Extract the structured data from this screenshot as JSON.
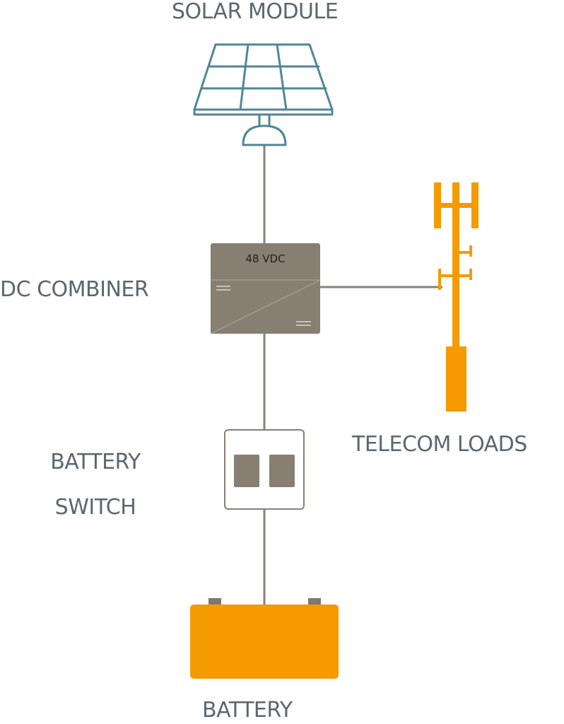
{
  "labels": {
    "solar_module": "SOLAR MODULE",
    "dc_combiner": "DC COMBINER",
    "combiner_voltage": "48 VDC",
    "telecom_loads": "TELECOM LOADS",
    "battery_switch_line1": "BATTERY",
    "battery_switch_line2": "SWITCH",
    "battery": "BATTERY"
  },
  "colors": {
    "label_text": "#5b6770",
    "solar_panel_stroke": "#4f8796",
    "wire": "#8a8178",
    "combiner_fill": "#877f72",
    "switch_fill": "#877f72",
    "switch_border": "#8a7f76",
    "telecom_orange": "#f59a00",
    "battery_orange": "#f59a00",
    "battery_terminal": "#7f786c"
  },
  "icons": {
    "solar_module": "solar-panel-icon",
    "dc_combiner": "dc-combiner-icon",
    "telecom_loads": "cell-tower-icon",
    "battery_switch": "switch-icon",
    "battery": "battery-icon"
  }
}
